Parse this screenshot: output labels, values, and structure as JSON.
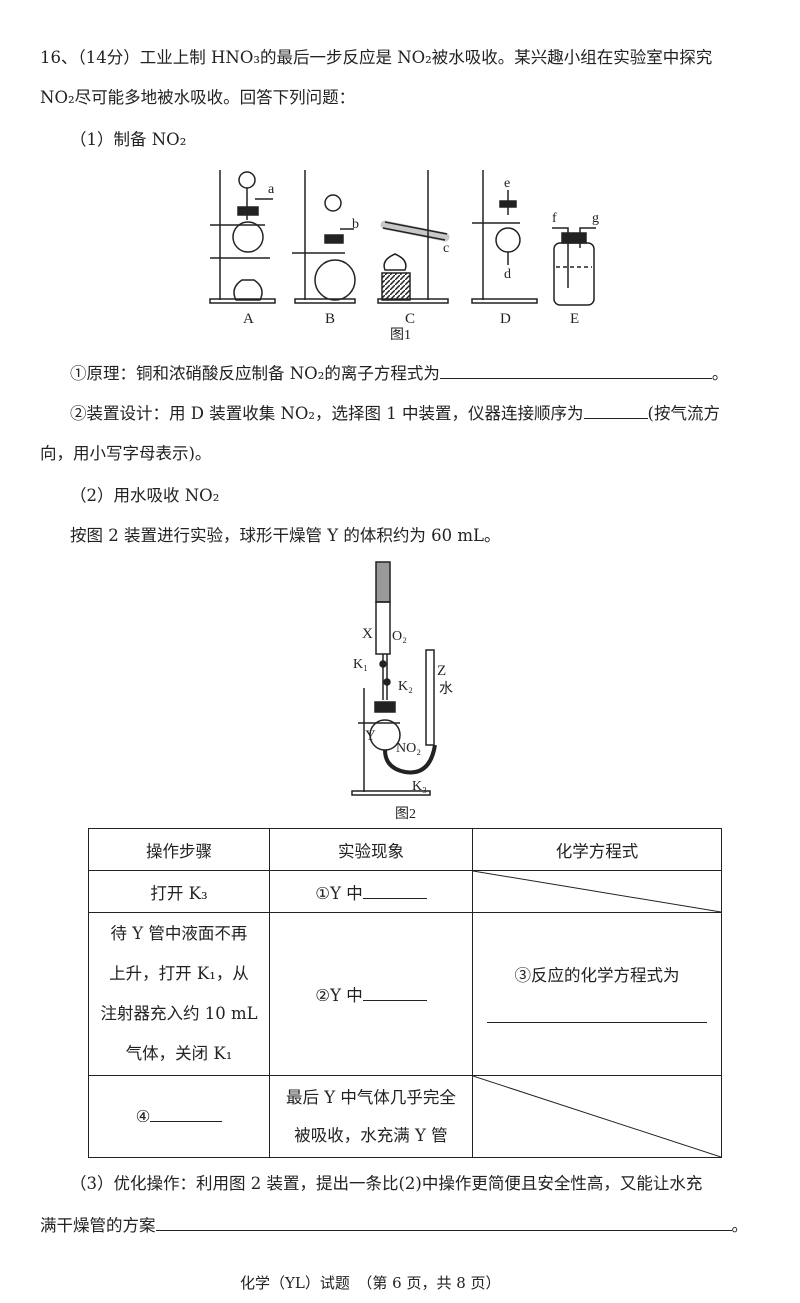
{
  "question": {
    "line1": "16、（14分）工业上制 HNO₃的最后一步反应是 NO₂被水吸收。某兴趣小组在实验室中探究",
    "line2": "NO₂尽可能多地被水吸收。回答下列问题：",
    "part1_title": "（1）制备 NO₂",
    "fig1": {
      "labels": [
        "A",
        "B",
        "C",
        "D",
        "E"
      ],
      "ports": [
        "a",
        "b",
        "c",
        "d",
        "e",
        "f",
        "g"
      ],
      "caption": "图1"
    },
    "q1": "①原理：铜和浓硝酸反应制备 NO₂的离子方程式为",
    "q1_end": "。",
    "q2a": "②装置设计：用 D 装置收集 NO₂，选择图 1 中装置，仪器连接顺序为",
    "q2a_end": "(按气流方",
    "q2b": "向，用小写字母表示)。",
    "part2_title": "（2）用水吸收 NO₂",
    "part2_intro": "按图 2 装置进行实验，球形干燥管 Y 的体积约为 60 mL。",
    "fig2": {
      "labels": {
        "x": "X",
        "o2": "O₂",
        "k1": "K₁",
        "k2": "K₂",
        "z": "Z",
        "water": "水",
        "y": "Y",
        "no2": "NO₂",
        "k3": "K₃"
      },
      "caption": "图2"
    },
    "table": {
      "headers": [
        "操作步骤",
        "实验现象",
        "化学方程式"
      ],
      "rows": [
        {
          "step": "打开 K₃",
          "phenomenon": "①Y 中"
        },
        {
          "step_lines": [
            "待 Y 管中液面不再",
            "上升，打开 K₁，从",
            "注射器充入约 10 mL",
            "气体，关闭 K₁"
          ],
          "phenomenon": "②Y 中",
          "equation": "③反应的化学方程式为"
        },
        {
          "step": "④",
          "phenomenon_lines": [
            "最后 Y 中气体几乎完全",
            "被吸收，水充满 Y 管"
          ]
        }
      ]
    },
    "part3a": "（3）优化操作：利用图 2 装置，提出一条比(2)中操作更简便且安全性高，又能让水充",
    "part3b": "满干燥管的方案",
    "part3_end": "。"
  },
  "footer": "化学（YL）试题　（第 6 页，共 8 页）"
}
